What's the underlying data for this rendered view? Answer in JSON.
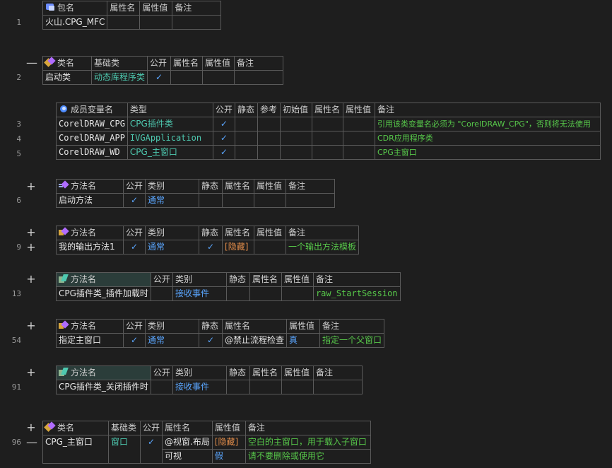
{
  "line_numbers": [
    "1",
    "2",
    "3",
    "4",
    "5",
    "6",
    "9",
    "13",
    "54",
    "91",
    "96"
  ],
  "package": {
    "headers": [
      "包名",
      "属性名",
      "属性值",
      "备注"
    ],
    "row": [
      "火山.CPG_MFC",
      "",
      "",
      ""
    ]
  },
  "class1": {
    "headers": [
      "类名",
      "基础类",
      "公开",
      "属性名",
      "属性值",
      "备注"
    ],
    "row": {
      "name": "启动类",
      "base": "动态库程序类",
      "public": "✓"
    }
  },
  "members": {
    "headers": [
      "成员变量名",
      "类型",
      "公开",
      "静态",
      "参考",
      "初始值",
      "属性名",
      "属性值",
      "备注"
    ],
    "rows": [
      {
        "name": "CorelDRAW_CPG",
        "type": "CPG插件类",
        "public": "✓",
        "note": "引用该类变量名必须为 \"CorelDRAW_CPG\"，否则将无法使用"
      },
      {
        "name": "CorelDRAW_APP",
        "type": "IVGApplication",
        "public": "✓",
        "note": "CDR应用程序类"
      },
      {
        "name": "CorelDRAW_WD",
        "type": "CPG_主窗口",
        "public": "✓",
        "note": "CPG主窗口"
      }
    ]
  },
  "method_start": {
    "headers": [
      "方法名",
      "公开",
      "类别",
      "静态",
      "属性名",
      "属性值",
      "备注"
    ],
    "row": {
      "name": "启动方法",
      "public": "✓",
      "kind": "通常"
    }
  },
  "method_output": {
    "headers": [
      "方法名",
      "公开",
      "类别",
      "静态",
      "属性名",
      "属性值",
      "备注"
    ],
    "row": {
      "name": "我的输出方法1",
      "public": "✓",
      "kind": "通常",
      "static": "✓",
      "attr": "[隐藏]",
      "note": "一个输出方法模板"
    }
  },
  "method_load": {
    "headers": [
      "方法名",
      "公开",
      "类别",
      "静态",
      "属性名",
      "属性值",
      "备注"
    ],
    "row": {
      "name": "CPG插件类_插件加载时",
      "kind": "接收事件",
      "note": "raw_StartSession"
    }
  },
  "method_setwin": {
    "headers": [
      "方法名",
      "公开",
      "类别",
      "静态",
      "属性名",
      "属性值",
      "备注"
    ],
    "row": {
      "name": "指定主窗口",
      "public": "✓",
      "kind": "通常",
      "static": "✓",
      "attr": "@禁止流程检查",
      "val": "真",
      "note": "指定一个父窗口"
    }
  },
  "method_close": {
    "headers": [
      "方法名",
      "公开",
      "类别",
      "静态",
      "属性名",
      "属性值",
      "备注"
    ],
    "row": {
      "name": "CPG插件类_关闭插件时",
      "kind": "接收事件"
    }
  },
  "class2": {
    "headers": [
      "类名",
      "基础类",
      "公开",
      "属性名",
      "属性值",
      "备注"
    ],
    "row": {
      "name": "CPG_主窗口",
      "base": "窗口",
      "public": "✓"
    },
    "attrs": [
      {
        "attr": "@视窗.布局",
        "val": "[隐藏]",
        "note": "空白的主窗口，用于载入子窗口"
      },
      {
        "attr": "可视",
        "val": "假",
        "note": "请不要删除或使用它"
      }
    ]
  },
  "fold_icons": {
    "plus": "+",
    "minus": "—"
  }
}
